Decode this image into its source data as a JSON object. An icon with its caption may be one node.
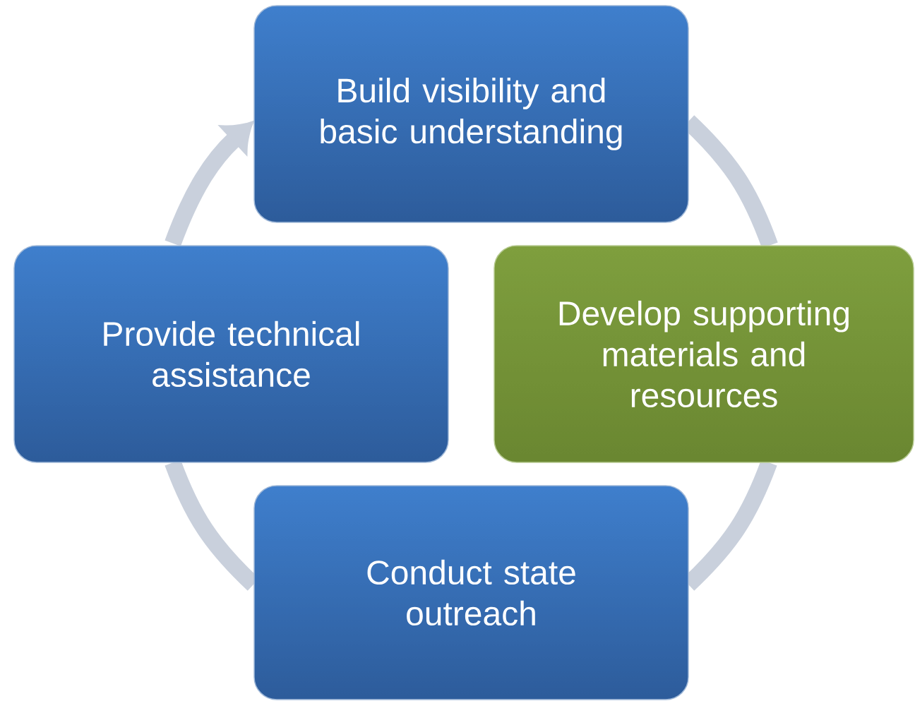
{
  "diagram": {
    "nodes": [
      {
        "text": [
          "Build visibility and basic understanding"
        ]
      },
      {
        "text": [
          "Provide technical assistance"
        ]
      },
      {
        "text": [
          "Develop supporting materials and resources"
        ]
      },
      {
        "text": [
          "Conduct state outreach"
        ]
      }
    ],
    "edges": [
      {
        "from": 0,
        "to": 2,
        "arrow": "none"
      },
      {
        "from": 2,
        "to": 3,
        "arrow": "none"
      },
      {
        "from": 3,
        "to": 1,
        "arrow": "none"
      },
      {
        "from": 1,
        "to": 0,
        "arrow": "to"
      }
    ]
  }
}
